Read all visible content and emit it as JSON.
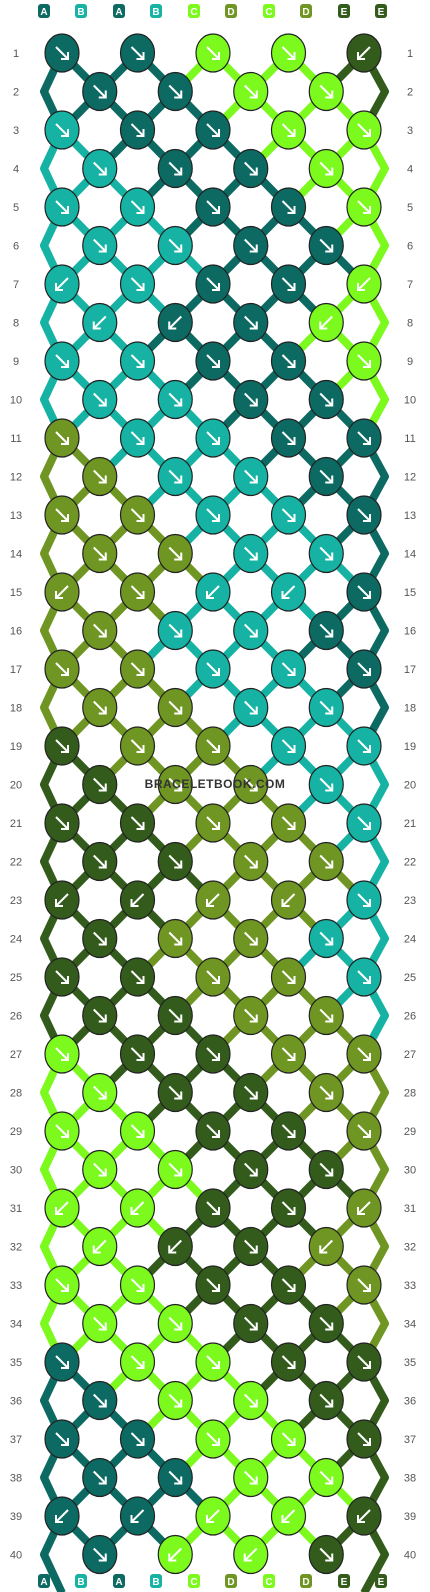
{
  "watermark": "BRACELETBOOK.COM",
  "strand_labels": [
    "A",
    "B",
    "A",
    "B",
    "C",
    "D",
    "C",
    "D",
    "E",
    "E"
  ],
  "strand_colors": {
    "A": "#0c6a63",
    "B": "#16b3a4",
    "C": "#7cfa1e",
    "D": "#6f9522",
    "E": "#335c1c"
  },
  "row_numbers": [
    "1",
    "2",
    "3",
    "4",
    "5",
    "6",
    "7",
    "8",
    "9",
    "10",
    "11",
    "12",
    "13",
    "14",
    "15",
    "16",
    "17",
    "18",
    "19",
    "20",
    "21",
    "22",
    "23",
    "24",
    "25",
    "26",
    "27",
    "28",
    "29",
    "30",
    "31",
    "32",
    "33",
    "34",
    "35",
    "36",
    "37",
    "38",
    "39",
    "40"
  ],
  "rows": [
    [
      "A",
      "A",
      "C",
      "C",
      "E"
    ],
    [
      "A",
      "A",
      "C",
      "C"
    ],
    [
      "B",
      "A",
      "A",
      "C",
      "C"
    ],
    [
      "B",
      "A",
      "A",
      "C"
    ],
    [
      "B",
      "B",
      "A",
      "A",
      "C"
    ],
    [
      "B",
      "B",
      "A",
      "A"
    ],
    [
      "B",
      "B",
      "A",
      "A",
      "C"
    ],
    [
      "B",
      "A",
      "A",
      "C"
    ],
    [
      "B",
      "B",
      "A",
      "A",
      "C"
    ],
    [
      "B",
      "B",
      "A",
      "A"
    ],
    [
      "D",
      "B",
      "B",
      "A",
      "A"
    ],
    [
      "D",
      "B",
      "B",
      "A"
    ],
    [
      "D",
      "D",
      "B",
      "B",
      "A"
    ],
    [
      "D",
      "D",
      "B",
      "B"
    ],
    [
      "D",
      "D",
      "B",
      "B",
      "A"
    ],
    [
      "D",
      "B",
      "B",
      "A"
    ],
    [
      "D",
      "D",
      "B",
      "B",
      "A"
    ],
    [
      "D",
      "D",
      "B",
      "B"
    ],
    [
      "E",
      "D",
      "D",
      "B",
      "B"
    ],
    [
      "E",
      "D",
      "D",
      "B"
    ],
    [
      "E",
      "E",
      "D",
      "D",
      "B"
    ],
    [
      "E",
      "E",
      "D",
      "D"
    ],
    [
      "E",
      "E",
      "D",
      "D",
      "B"
    ],
    [
      "E",
      "D",
      "D",
      "B"
    ],
    [
      "E",
      "E",
      "D",
      "D",
      "B"
    ],
    [
      "E",
      "E",
      "D",
      "D"
    ],
    [
      "C",
      "E",
      "E",
      "D",
      "D"
    ],
    [
      "C",
      "E",
      "E",
      "D"
    ],
    [
      "C",
      "C",
      "E",
      "E",
      "D"
    ],
    [
      "C",
      "C",
      "E",
      "E"
    ],
    [
      "C",
      "C",
      "E",
      "E",
      "D"
    ],
    [
      "C",
      "E",
      "E",
      "D"
    ],
    [
      "C",
      "C",
      "E",
      "E",
      "D"
    ],
    [
      "C",
      "C",
      "E",
      "E"
    ],
    [
      "A",
      "C",
      "C",
      "E",
      "E"
    ],
    [
      "A",
      "C",
      "C",
      "E"
    ],
    [
      "A",
      "A",
      "C",
      "C",
      "E"
    ],
    [
      "A",
      "A",
      "C",
      "C"
    ],
    [
      "A",
      "A",
      "C",
      "C",
      "E"
    ],
    [
      "A",
      "C",
      "C",
      "E"
    ]
  ],
  "arrows": [
    [
      "se",
      "se",
      "se",
      "se",
      "sw"
    ],
    [
      "se",
      "se",
      "se",
      "se"
    ],
    [
      "se",
      "se",
      "se",
      "se",
      "se"
    ],
    [
      "se",
      "se",
      "se",
      "se"
    ],
    [
      "se",
      "se",
      "se",
      "se",
      "se"
    ],
    [
      "se",
      "se",
      "se",
      "se"
    ],
    [
      "sw",
      "se",
      "se",
      "se",
      "sw"
    ],
    [
      "sw",
      "sw",
      "se",
      "sw"
    ],
    [
      "se",
      "se",
      "se",
      "se",
      "se"
    ],
    [
      "se",
      "se",
      "se",
      "se"
    ],
    [
      "se",
      "se",
      "se",
      "se",
      "se"
    ],
    [
      "se",
      "se",
      "se",
      "se"
    ],
    [
      "se",
      "se",
      "se",
      "se",
      "se"
    ],
    [
      "se",
      "se",
      "se",
      "se"
    ],
    [
      "sw",
      "se",
      "sw",
      "sw",
      "se"
    ],
    [
      "se",
      "se",
      "se",
      "se"
    ],
    [
      "se",
      "se",
      "se",
      "se",
      "se"
    ],
    [
      "se",
      "se",
      "se",
      "se"
    ],
    [
      "se",
      "se",
      "se",
      "se",
      "se"
    ],
    [
      "se",
      "se",
      "se",
      "se"
    ],
    [
      "se",
      "se",
      "se",
      "se",
      "se"
    ],
    [
      "se",
      "se",
      "se",
      "se"
    ],
    [
      "sw",
      "sw",
      "sw",
      "sw",
      "se"
    ],
    [
      "se",
      "se",
      "se",
      "se"
    ],
    [
      "se",
      "se",
      "se",
      "se",
      "se"
    ],
    [
      "se",
      "se",
      "se",
      "se"
    ],
    [
      "se",
      "se",
      "se",
      "se",
      "se"
    ],
    [
      "se",
      "se",
      "se",
      "se"
    ],
    [
      "se",
      "se",
      "se",
      "se",
      "se"
    ],
    [
      "se",
      "se",
      "se",
      "se"
    ],
    [
      "sw",
      "sw",
      "se",
      "se",
      "sw"
    ],
    [
      "sw",
      "sw",
      "se",
      "sw"
    ],
    [
      "se",
      "se",
      "se",
      "se",
      "se"
    ],
    [
      "se",
      "se",
      "se",
      "se"
    ],
    [
      "se",
      "se",
      "se",
      "se",
      "se"
    ],
    [
      "se",
      "se",
      "se",
      "se"
    ],
    [
      "se",
      "se",
      "se",
      "se",
      "se"
    ],
    [
      "se",
      "se",
      "se",
      "se"
    ],
    [
      "sw",
      "sw",
      "sw",
      "sw",
      "sw"
    ],
    [
      "se",
      "sw",
      "sw",
      "se"
    ]
  ]
}
